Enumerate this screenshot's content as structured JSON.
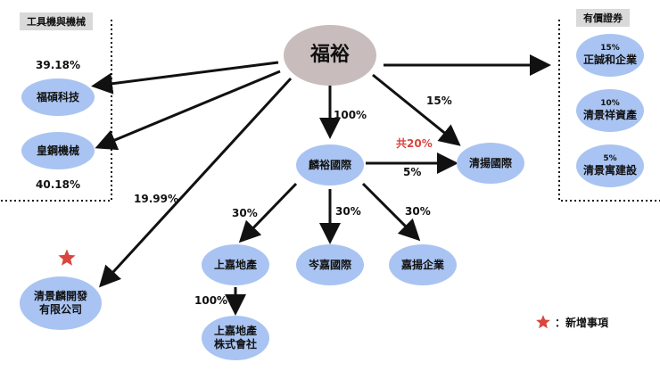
{
  "colors": {
    "node_fill": "#a9c4f2",
    "main_fill": "#c9bcbc",
    "accent_red": "#d8463f",
    "header_bg": "#d9d9d9"
  },
  "groups": {
    "left_title": "工具機與機械",
    "right_title": "有價證券"
  },
  "nodes": {
    "main": "福裕",
    "futech": "福碩科技",
    "huanggang": "皇鋼機械",
    "qingjing_lin": "清景麟開發有限公司",
    "linyu": "麟裕國際",
    "qingyang": "清揚國際",
    "shangjia": "上嘉地產",
    "cenjia": "岑嘉國際",
    "jiayang": "嘉揚企業",
    "shangjia_jp": "上嘉地產株式會社",
    "zhengcheng": "正誠和企業",
    "qingjing_xiang": "清景祥資產",
    "qingjing_yu": "清景寓建設"
  },
  "securities": {
    "zhengcheng_pct": "15%",
    "qingjing_xiang_pct": "10%",
    "qingjing_yu_pct": "5%"
  },
  "edge_labels": {
    "futech": "39.18%",
    "huanggang": "40.18%",
    "qingjing_lin": "19.99%",
    "linyu": "100%",
    "qingyang_direct": "15%",
    "qingyang_total": "共20%",
    "linyu_qingyang": "5%",
    "shangjia": "30%",
    "cenjia": "30%",
    "jiayang": "30%",
    "shangjia_jp": "100%"
  },
  "legend": {
    "text": "：新增事項"
  }
}
